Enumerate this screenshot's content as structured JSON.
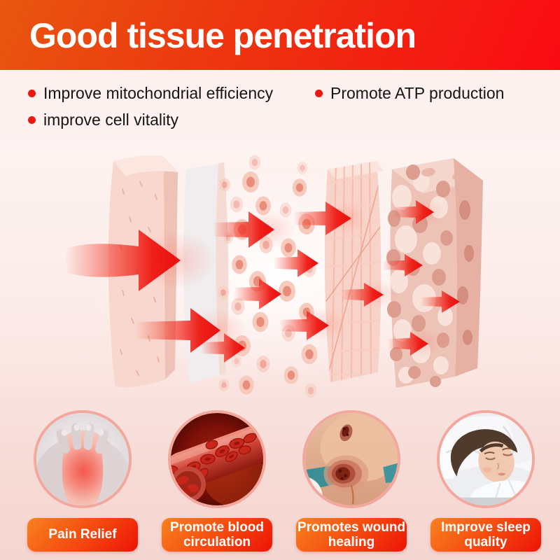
{
  "header": {
    "title": "Good tissue penetration"
  },
  "benefits": [
    {
      "label": "Improve mitochondrial efficiency"
    },
    {
      "label": "Promote ATP production"
    },
    {
      "label": "improve cell vitality"
    }
  ],
  "diagram": {
    "layers": [
      "epidermis-slab",
      "dermis-slab",
      "cell-layer-1",
      "cell-layer-2",
      "collagen-mesh",
      "deep-tissue-slab"
    ],
    "arrow_icon": "red-penetration-arrow",
    "arrow_count": 13
  },
  "features": [
    {
      "label": "Pain Relief",
      "image": "knee-pain-photo"
    },
    {
      "label": "Promote blood circulation",
      "image": "blood-vessel-photo"
    },
    {
      "label": "Promotes wound healing",
      "image": "wound-healing-photo"
    },
    {
      "label": "Improve sleep quality",
      "image": "sleeping-woman-photo"
    }
  ],
  "colors": {
    "header_gradient_start": "#e8560f",
    "header_gradient_end": "#fb0a13",
    "bullet_dot": "#e8190f",
    "arrow_red": "#ee1310",
    "badge_gradient_start": "#f9821f",
    "badge_gradient_end": "#ee1206",
    "circle_border": "#f2a89d",
    "background_top": "#fdeeed",
    "background_bottom": "#f4d5d1"
  }
}
